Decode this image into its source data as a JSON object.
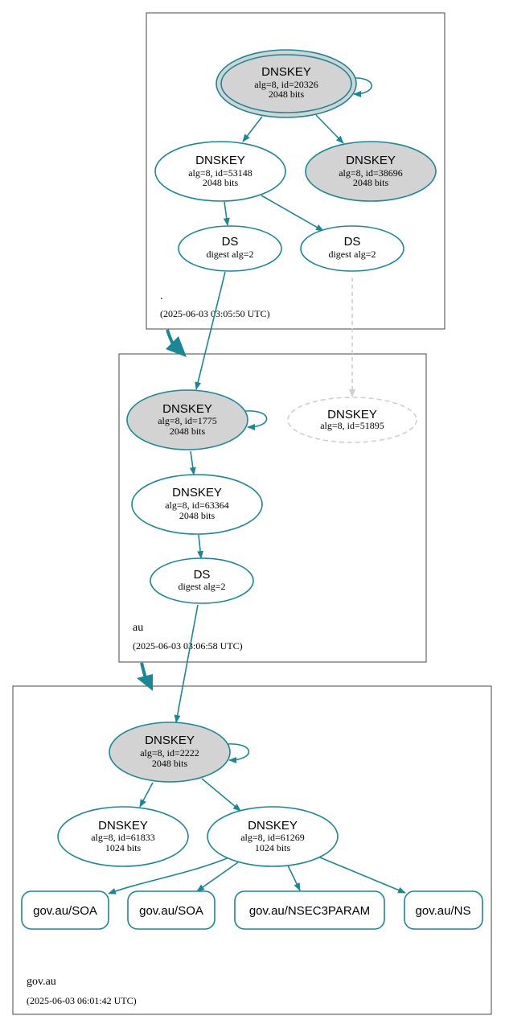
{
  "zones": {
    "root": {
      "name": ".",
      "timestamp": "(2025-06-03 03:05:50 UTC)"
    },
    "au": {
      "name": "au",
      "timestamp": "(2025-06-03 03:06:58 UTC)"
    },
    "govau": {
      "name": "gov.au",
      "timestamp": "(2025-06-03 06:01:42 UTC)"
    }
  },
  "nodes": {
    "root_ksk": {
      "type": "DNSKEY",
      "info": "alg=8, id=20326",
      "bits": "2048 bits"
    },
    "root_zsk": {
      "type": "DNSKEY",
      "info": "alg=8, id=53148",
      "bits": "2048 bits"
    },
    "root_key3": {
      "type": "DNSKEY",
      "info": "alg=8, id=38696",
      "bits": "2048 bits"
    },
    "root_ds1": {
      "type": "DS",
      "info": "digest alg=2"
    },
    "root_ds2": {
      "type": "DS",
      "info": "digest alg=2"
    },
    "au_ksk": {
      "type": "DNSKEY",
      "info": "alg=8, id=1775",
      "bits": "2048 bits"
    },
    "au_missing": {
      "type": "DNSKEY",
      "info": "alg=8, id=51895"
    },
    "au_zsk": {
      "type": "DNSKEY",
      "info": "alg=8, id=63364",
      "bits": "2048 bits"
    },
    "au_ds": {
      "type": "DS",
      "info": "digest alg=2"
    },
    "gov_ksk": {
      "type": "DNSKEY",
      "info": "alg=8, id=2222",
      "bits": "2048 bits"
    },
    "gov_zsk1": {
      "type": "DNSKEY",
      "info": "alg=8, id=61833",
      "bits": "1024 bits"
    },
    "gov_zsk2": {
      "type": "DNSKEY",
      "info": "alg=8, id=61269",
      "bits": "1024 bits"
    }
  },
  "records": [
    "gov.au/SOA",
    "gov.au/SOA",
    "gov.au/NSEC3PARAM",
    "gov.au/NS"
  ],
  "colors": {
    "edge": "#1a8796",
    "ksk_fill": "#d3d3d3",
    "ghost": "#cfcfcf"
  }
}
